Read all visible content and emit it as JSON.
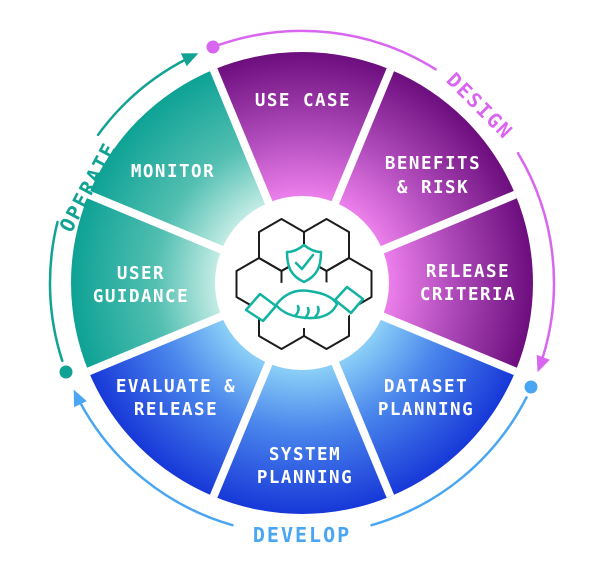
{
  "wheel": {
    "phases": [
      {
        "label": "DESIGN",
        "color": "#d966ef"
      },
      {
        "label": "DEVELOP",
        "color": "#4aa6f2"
      },
      {
        "label": "OPERATE",
        "color": "#12a294"
      }
    ],
    "segments": [
      {
        "phase": "DESIGN",
        "lines": [
          "USE CASE",
          ""
        ]
      },
      {
        "phase": "DESIGN",
        "lines": [
          "BENEFITS",
          "& RISK"
        ]
      },
      {
        "phase": "DESIGN",
        "lines": [
          "RELEASE",
          "CRITERIA"
        ]
      },
      {
        "phase": "DEVELOP",
        "lines": [
          "DATASET",
          "PLANNING"
        ]
      },
      {
        "phase": "DEVELOP",
        "lines": [
          "SYSTEM",
          "PLANNING"
        ]
      },
      {
        "phase": "DEVELOP",
        "lines": [
          "EVALUATE &",
          "RELEASE"
        ]
      },
      {
        "phase": "OPERATE",
        "lines": [
          "USER",
          "GUIDANCE"
        ]
      },
      {
        "phase": "OPERATE",
        "lines": [
          "MONITOR",
          ""
        ]
      }
    ],
    "colors": {
      "design_inner": "#ef82ee",
      "design_mid": "#b04bbb",
      "design_outer": "#6d0e7e",
      "develop_inner": "#8fd4f8",
      "develop_mid": "#4a86ec",
      "develop_outer": "#1738d8",
      "operate_inner": "#c9eee8",
      "operate_mid": "#52bfb1",
      "operate_outer": "#0da295",
      "label_text": "#ffffff"
    },
    "center_icon": {
      "name": "hexagon-cluster-with-shield-check-and-handshake",
      "accent_color": "#12b3a2",
      "outline_color": "#1c1c1c"
    }
  }
}
